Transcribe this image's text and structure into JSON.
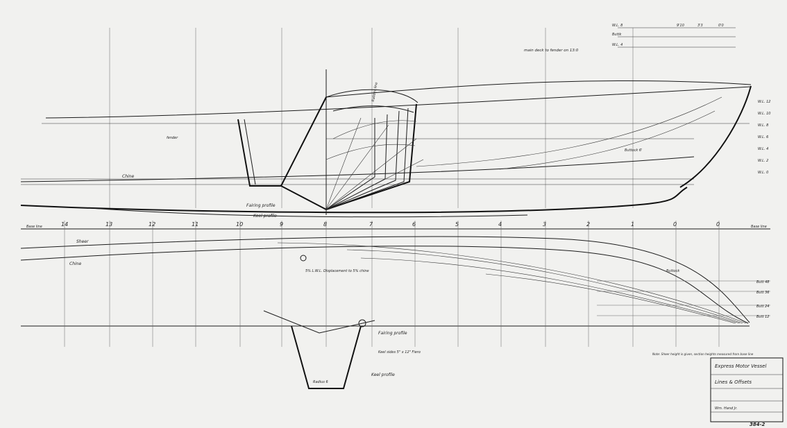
{
  "title_block": {
    "project": "Express Motor Vessel",
    "drawing": "Lines & Offsets",
    "designer": "Wm. Hand Jr.",
    "drawing_number": "384-2",
    "note": "Note: Sheer height is given, section heights measured from base line"
  },
  "labels": {
    "base_line": "Base line",
    "sheer": "Sheer",
    "chine": "Chine",
    "keel_profile": "Keel profile",
    "fairing_profile": "Fairing profile",
    "main_deck": "main deck to fender on 13:0",
    "buttock": "Buttock",
    "buttock_6": "Buttock 6'",
    "water_line": "W.L.",
    "rabbet_line": "Rabbet line",
    "displacement_note": "5% L.W.L. Displacement to 5% chine",
    "rabbet_note": "Radius 6",
    "fender": "fender",
    "keel_sides": "Keel sides 5\" x 12\" Fiero"
  },
  "stations": [
    "14",
    "13",
    "12",
    "11",
    "10",
    "9",
    "8",
    "7",
    "6",
    "5",
    "4",
    "3",
    "2",
    "1",
    "0",
    "0"
  ],
  "offsets_header": {
    "rows": [
      "W.L. 8",
      "Buttk",
      "W.L. 4"
    ],
    "cols": [
      "9'10",
      "3'3",
      "0'0"
    ]
  },
  "buttocks": [
    "Butt 48",
    "Butt 36",
    "Butt 24",
    "Butt 12"
  ],
  "wl_labels": [
    "W.L. 12",
    "W.L. 10",
    "W.L. 8",
    "W.L. 6",
    "W.L. 4",
    "W.L. 2",
    "W.L. 0"
  ]
}
